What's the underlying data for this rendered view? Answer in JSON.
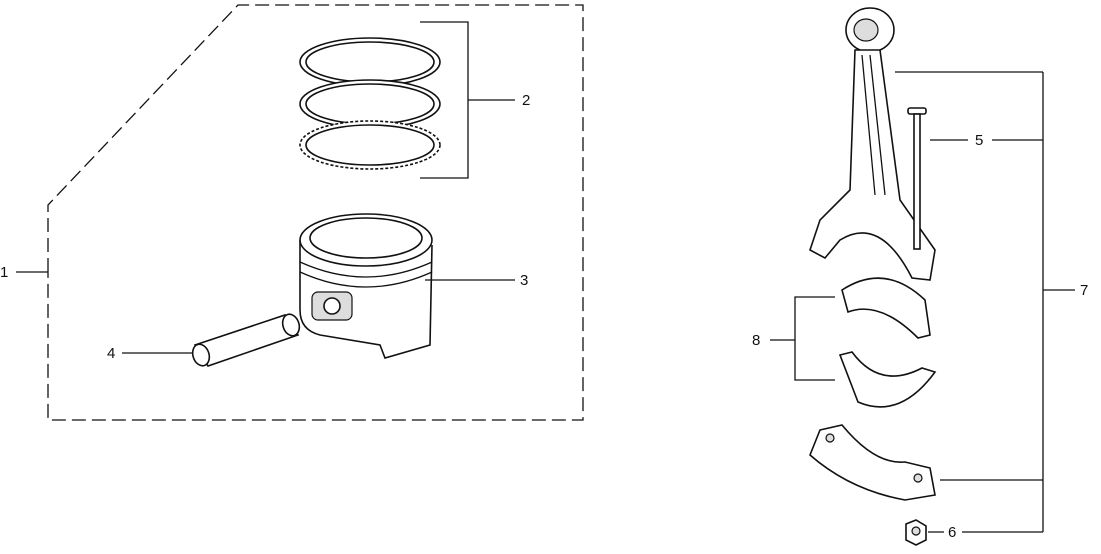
{
  "diagram": {
    "callouts": [
      {
        "id": "1",
        "label": "1"
      },
      {
        "id": "2",
        "label": "2"
      },
      {
        "id": "3",
        "label": "3"
      },
      {
        "id": "4",
        "label": "4"
      },
      {
        "id": "5",
        "label": "5"
      },
      {
        "id": "6",
        "label": "6"
      },
      {
        "id": "7",
        "label": "7"
      },
      {
        "id": "8",
        "label": "8"
      }
    ],
    "colors": {
      "ink": "#111111",
      "background": "#ffffff"
    }
  }
}
